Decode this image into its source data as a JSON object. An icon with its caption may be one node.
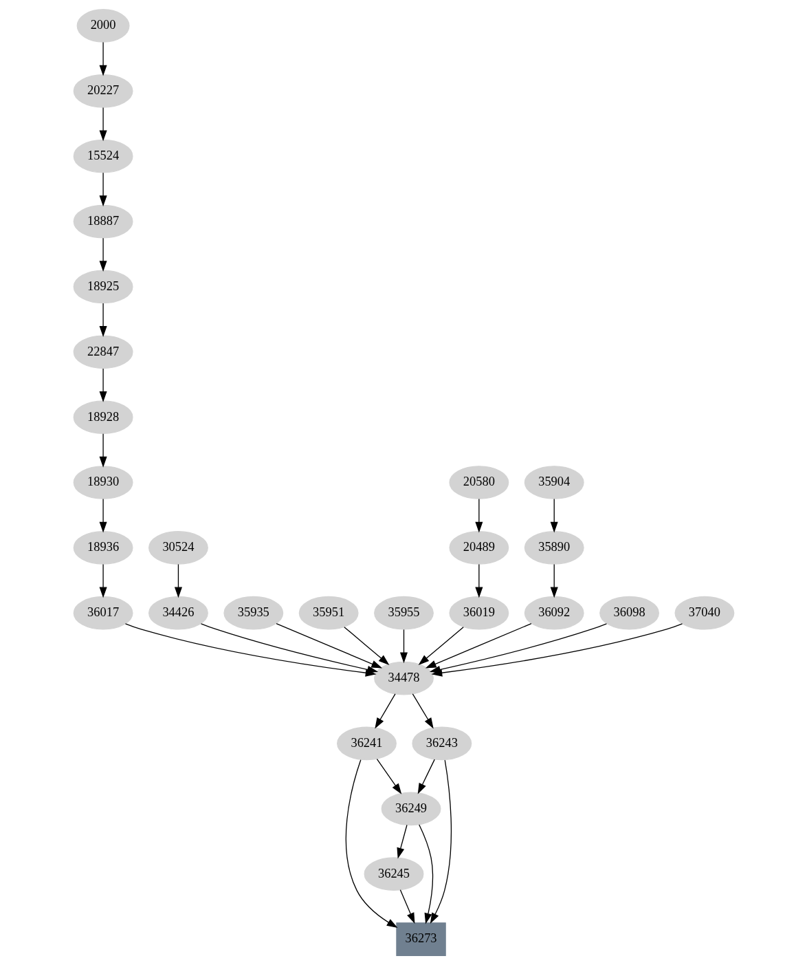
{
  "diagram": {
    "nodes": [
      {
        "text": [
          "2000"
        ]
      },
      {
        "text": [
          "20227"
        ]
      },
      {
        "text": [
          "15524"
        ]
      },
      {
        "text": [
          "18887"
        ]
      },
      {
        "text": [
          "18925"
        ]
      },
      {
        "text": [
          "22847"
        ]
      },
      {
        "text": [
          "18928"
        ]
      },
      {
        "text": [
          "18930"
        ]
      },
      {
        "text": [
          "20580"
        ]
      },
      {
        "text": [
          "35904"
        ]
      },
      {
        "text": [
          "30524"
        ]
      },
      {
        "text": [
          "18936"
        ]
      },
      {
        "text": [
          "20489"
        ]
      },
      {
        "text": [
          "35890"
        ]
      },
      {
        "text": [
          "34426"
        ]
      },
      {
        "text": [
          "35935"
        ]
      },
      {
        "text": [
          "35951"
        ]
      },
      {
        "text": [
          "35955"
        ]
      },
      {
        "text": [
          "36017"
        ]
      },
      {
        "text": [
          "36019"
        ]
      },
      {
        "text": [
          "36092"
        ]
      },
      {
        "text": [
          "36098"
        ]
      },
      {
        "text": [
          "37040"
        ]
      },
      {
        "text": [
          "34478"
        ]
      },
      {
        "text": [
          "36241"
        ]
      },
      {
        "text": [
          "36243"
        ]
      },
      {
        "text": [
          "36249"
        ]
      },
      {
        "text": [
          "36245"
        ]
      },
      {
        "text": [
          "36273"
        ]
      }
    ],
    "edges": [
      {
        "from": 0,
        "to": 1,
        "arrow": "to"
      },
      {
        "from": 1,
        "to": 2,
        "arrow": "to"
      },
      {
        "from": 2,
        "to": 3,
        "arrow": "to"
      },
      {
        "from": 3,
        "to": 4,
        "arrow": "to"
      },
      {
        "from": 4,
        "to": 5,
        "arrow": "to"
      },
      {
        "from": 5,
        "to": 6,
        "arrow": "to"
      },
      {
        "from": 6,
        "to": 7,
        "arrow": "to"
      },
      {
        "from": 7,
        "to": 11,
        "arrow": "to"
      },
      {
        "from": 11,
        "to": 18,
        "arrow": "to"
      },
      {
        "from": 8,
        "to": 12,
        "arrow": "to"
      },
      {
        "from": 12,
        "to": 19,
        "arrow": "to"
      },
      {
        "from": 9,
        "to": 13,
        "arrow": "to"
      },
      {
        "from": 13,
        "to": 20,
        "arrow": "to"
      },
      {
        "from": 10,
        "to": 14,
        "arrow": "to"
      },
      {
        "from": 14,
        "to": 23,
        "arrow": "to"
      },
      {
        "from": 15,
        "to": 23,
        "arrow": "to"
      },
      {
        "from": 16,
        "to": 23,
        "arrow": "to"
      },
      {
        "from": 17,
        "to": 23,
        "arrow": "to"
      },
      {
        "from": 18,
        "to": 23,
        "arrow": "to"
      },
      {
        "from": 19,
        "to": 23,
        "arrow": "to"
      },
      {
        "from": 20,
        "to": 23,
        "arrow": "to"
      },
      {
        "from": 21,
        "to": 23,
        "arrow": "to"
      },
      {
        "from": 22,
        "to": 23,
        "arrow": "to"
      },
      {
        "from": 23,
        "to": 24,
        "arrow": "to"
      },
      {
        "from": 23,
        "to": 25,
        "arrow": "to"
      },
      {
        "from": 24,
        "to": 26,
        "arrow": "to"
      },
      {
        "from": 24,
        "to": 28,
        "arrow": "to"
      },
      {
        "from": 25,
        "to": 26,
        "arrow": "to"
      },
      {
        "from": 25,
        "to": 28,
        "arrow": "to"
      },
      {
        "from": 26,
        "to": 28,
        "arrow": "to"
      },
      {
        "from": 26,
        "to": 27,
        "arrow": "to"
      },
      {
        "from": 27,
        "to": 28,
        "arrow": "to"
      }
    ]
  }
}
